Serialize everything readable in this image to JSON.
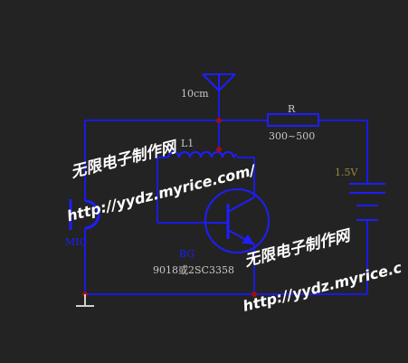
{
  "labels": {
    "antenna": "10cm",
    "resistor_ref": "R",
    "resistor_value": "300~500",
    "inductor": "L1",
    "battery": "1.5V",
    "mic": "MIC",
    "transistor_ref": "BG",
    "transistor_part": "9018或2SC3358"
  },
  "watermarks": [
    {
      "cn": "无限电子制作网",
      "url": "http://yydz.myrice.com/"
    },
    {
      "cn": "无限电子制作网",
      "url": "http://yydz.myrice.c"
    }
  ],
  "colors": {
    "background": "#232323",
    "wire": "#1a1ae6",
    "component": "#1e1eff",
    "label": "#c8c8c8",
    "battery_label": "#9a8a3a",
    "node": "#9b1010",
    "ground": "#cfcfcf",
    "watermark": "#ffffff"
  }
}
